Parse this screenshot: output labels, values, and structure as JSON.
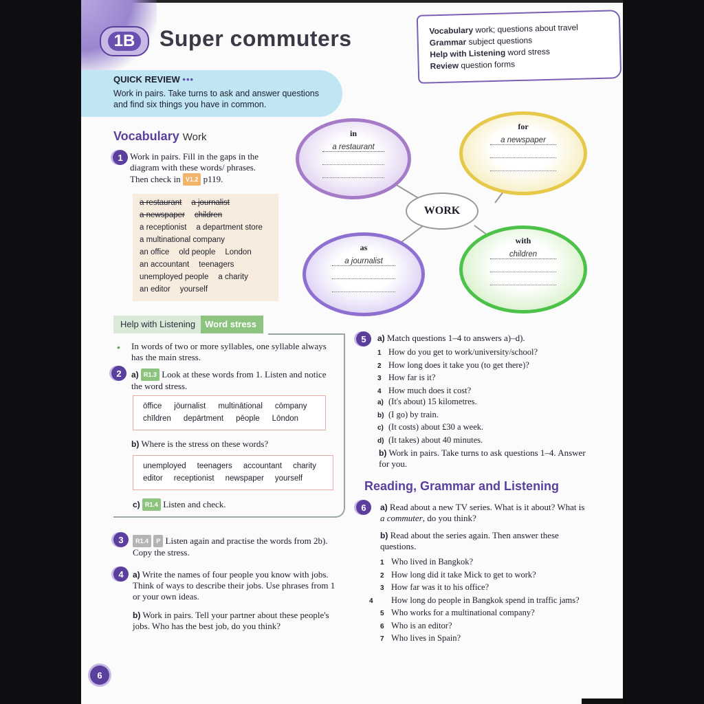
{
  "header": {
    "unit": "1B",
    "title": "Super commuters"
  },
  "infobox": [
    {
      "label": "Vocabulary",
      "text": "work; questions about travel"
    },
    {
      "label": "Grammar",
      "text": "subject questions"
    },
    {
      "label": "Help with Listening",
      "text": "word stress"
    },
    {
      "label": "Review",
      "text": "question forms"
    }
  ],
  "quick_review": {
    "title": "QUICK REVIEW",
    "dots": "•••",
    "text": "Work in pairs. Take turns to ask and answer questions and find six things you have in common."
  },
  "vocab": {
    "heading": "Vocabulary",
    "subheading": "Work",
    "ex1_num": "1",
    "ex1_text_a": "Work in pairs. Fill in the gaps in the diagram with these words/ phrases. Then check in",
    "ex1_code": "V1.2",
    "ex1_text_b": "p119.",
    "words": [
      [
        "a restaurant",
        "a journalist"
      ],
      [
        "a newspaper",
        "children"
      ],
      [
        "a receptionist",
        "a department store"
      ],
      [
        "a multinational company"
      ],
      [
        "an office",
        "old people",
        "London"
      ],
      [
        "an accountant",
        "teenagers"
      ],
      [
        "unemployed people",
        "a charity"
      ],
      [
        "an editor",
        "yourself"
      ]
    ]
  },
  "diagram": {
    "center": "WORK",
    "in": {
      "prep": "in",
      "example": "a restaurant"
    },
    "for": {
      "prep": "for",
      "example": "a newspaper"
    },
    "as": {
      "prep": "as",
      "example": "a journalist"
    },
    "with": {
      "prep": "with",
      "example": "children"
    }
  },
  "hwl": {
    "tab_a": "Help with Listening",
    "tab_b": "Word stress",
    "bullet": "In words of two or more syllables, one syllable always has the main stress.",
    "ex2_num": "2",
    "a_label": "a)",
    "a_code": "R1.3",
    "a_text": "Look at these words from 1. Listen and notice the word stress.",
    "box1": [
      [
        "ōffice",
        "jōurnalist",
        "multinātional",
        "cōmpany"
      ],
      [
        "chīldren",
        "depārtment",
        "pēople",
        "Lōndon"
      ]
    ],
    "b_label": "b)",
    "b_text": "Where is the stress on these words?",
    "box2": [
      [
        "unemployed",
        "teenagers",
        "accountant",
        "charity"
      ],
      [
        "editor",
        "receptionist",
        "newspaper",
        "yourself"
      ]
    ],
    "c_label": "c)",
    "c_code": "R1.4",
    "c_text": "Listen and check."
  },
  "ex3": {
    "num": "3",
    "code1": "R1.4",
    "code2": "P",
    "text": "Listen again and practise the words from 2b). Copy the stress."
  },
  "ex4": {
    "num": "4",
    "a_label": "a)",
    "a_text": "Write the names of four people you know with jobs. Think of ways to describe their jobs. Use phrases from 1 or your own ideas.",
    "b_label": "b)",
    "b_text": "Work in pairs. Tell your partner about these people's jobs. Who has the best job, do you think?"
  },
  "ex5": {
    "num": "5",
    "a_label": "a)",
    "a_text": "Match questions 1–4 to answers a)–d).",
    "questions": [
      {
        "n": "1",
        "t": "How do you get to work/university/school?"
      },
      {
        "n": "2",
        "t": "How long does it take you (to get there)?"
      },
      {
        "n": "3",
        "t": "How far is it?"
      },
      {
        "n": "4",
        "t": "How much does it cost?"
      }
    ],
    "answers": [
      {
        "n": "a)",
        "t": "(It's about) 15 kilometres."
      },
      {
        "n": "b)",
        "t": "(I go) by train."
      },
      {
        "n": "c)",
        "t": "(It costs) about £30 a week."
      },
      {
        "n": "d)",
        "t": "(It takes) about 40 minutes."
      }
    ],
    "b_label": "b)",
    "b_text": "Work in pairs. Take turns to ask questions 1–4. Answer for you."
  },
  "rgl": {
    "heading": "Reading, Grammar and Listening"
  },
  "ex6": {
    "num": "6",
    "a_label": "a)",
    "a_text_1": "Read about a new TV series. What is it about? What is ",
    "a_italic": "a commuter",
    "a_text_2": ", do you think?",
    "b_label": "b)",
    "b_text": "Read about the series again. Then answer these questions.",
    "questions": [
      {
        "n": "1",
        "t": "Who lived in Bangkok?"
      },
      {
        "n": "2",
        "t": "How long did it take Mick to get to work?"
      },
      {
        "n": "3",
        "t": "How far was it to his office?"
      },
      {
        "n": "4",
        "t": "How long do people in Bangkok spend in traffic jams?"
      },
      {
        "n": "5",
        "t": "Who works for a multinational company?"
      },
      {
        "n": "6",
        "t": "Who is an editor?"
      },
      {
        "n": "7",
        "t": "Who lives in Spain?"
      }
    ]
  },
  "page_number": "6"
}
